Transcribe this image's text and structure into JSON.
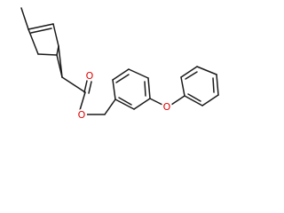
{
  "molecule": {
    "atom_labels": {
      "carbonyl_oxygen": "O",
      "ester_oxygen": "O",
      "ether_oxygen": "O"
    },
    "colors": {
      "bond": "#1a1a1a",
      "oxygen": "#e00000",
      "background": "#ffffff"
    }
  }
}
